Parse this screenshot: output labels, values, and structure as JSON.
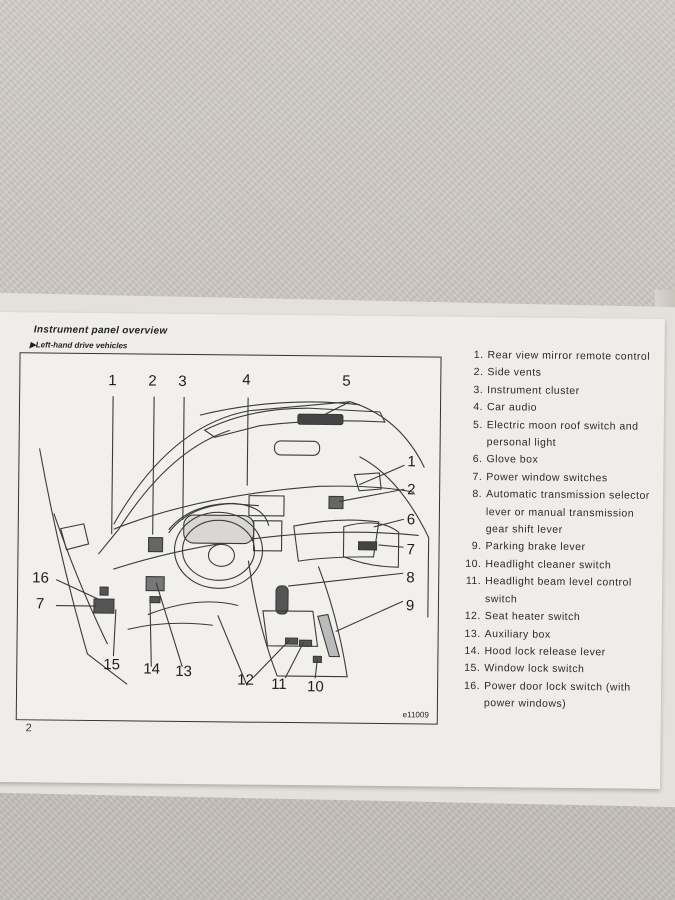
{
  "page": {
    "heading": "Instrument panel overview",
    "subheading": "▶Left-hand drive vehicles",
    "page_number": "2",
    "figure_code": "e11009"
  },
  "callouts": [
    {
      "label": "1"
    },
    {
      "label": "2"
    },
    {
      "label": "3"
    },
    {
      "label": "4"
    },
    {
      "label": "5"
    },
    {
      "label": "1"
    },
    {
      "label": "2"
    },
    {
      "label": "6"
    },
    {
      "label": "7"
    },
    {
      "label": "8"
    },
    {
      "label": "9"
    },
    {
      "label": "10"
    },
    {
      "label": "11"
    },
    {
      "label": "12"
    },
    {
      "label": "13"
    },
    {
      "label": "14"
    },
    {
      "label": "15"
    },
    {
      "label": "16"
    },
    {
      "label": "7"
    }
  ],
  "legend": [
    {
      "num": "1.",
      "text": "Rear view mirror remote control"
    },
    {
      "num": "2.",
      "text": "Side vents"
    },
    {
      "num": "3.",
      "text": "Instrument cluster"
    },
    {
      "num": "4.",
      "text": "Car audio"
    },
    {
      "num": "5.",
      "text": "Electric moon roof switch and personal light"
    },
    {
      "num": "6.",
      "text": "Glove box"
    },
    {
      "num": "7.",
      "text": "Power window switches"
    },
    {
      "num": "8.",
      "text": "Automatic transmission selector lever or manual transmission gear shift lever"
    },
    {
      "num": "9.",
      "text": "Parking brake lever"
    },
    {
      "num": "10.",
      "text": "Headlight cleaner switch"
    },
    {
      "num": "11.",
      "text": "Headlight beam level control switch"
    },
    {
      "num": "12.",
      "text": "Seat heater switch"
    },
    {
      "num": "13.",
      "text": "Auxiliary box"
    },
    {
      "num": "14.",
      "text": "Hood lock release lever"
    },
    {
      "num": "15.",
      "text": "Window lock switch"
    },
    {
      "num": "16.",
      "text": "Power door lock switch (with power windows)"
    }
  ]
}
